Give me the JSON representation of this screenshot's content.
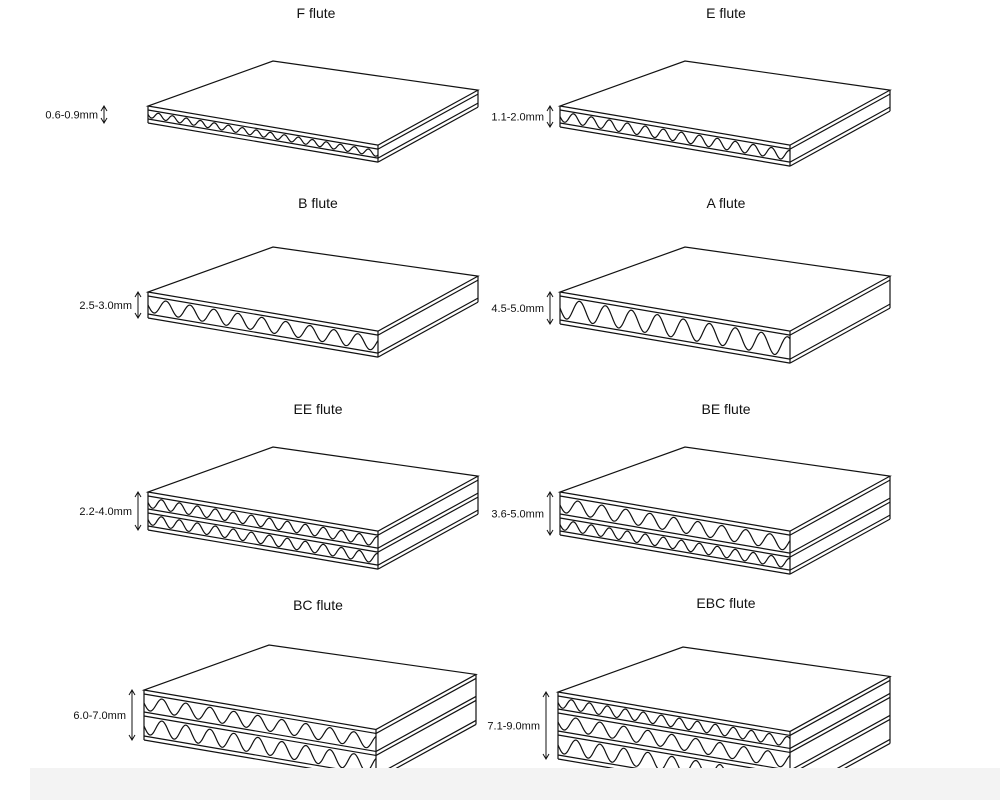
{
  "diagram": {
    "boards": [
      {
        "title": "F flute",
        "thickness": "0.6-0.9mm",
        "flute_layers": 1,
        "flute_type": "F"
      },
      {
        "title": "E flute",
        "thickness": "1.1-2.0mm",
        "flute_layers": 1,
        "flute_type": "E"
      },
      {
        "title": "B flute",
        "thickness": "2.5-3.0mm",
        "flute_layers": 1,
        "flute_type": "B"
      },
      {
        "title": "A flute",
        "thickness": "4.5-5.0mm",
        "flute_layers": 1,
        "flute_type": "A"
      },
      {
        "title": "EE flute",
        "thickness": "2.2-4.0mm",
        "flute_layers": 2,
        "flute_type": "EE"
      },
      {
        "title": "BE flute",
        "thickness": "3.6-5.0mm",
        "flute_layers": 2,
        "flute_type": "BE"
      },
      {
        "title": "BC flute",
        "thickness": "6.0-7.0mm",
        "flute_layers": 2,
        "flute_type": "BC"
      },
      {
        "title": "EBC flute",
        "thickness": "7.1-9.0mm",
        "flute_layers": 3,
        "flute_type": "EBC"
      }
    ],
    "colors": {
      "line": "#111111",
      "face": "#ffffff",
      "footer": "#f3f3f3"
    }
  }
}
